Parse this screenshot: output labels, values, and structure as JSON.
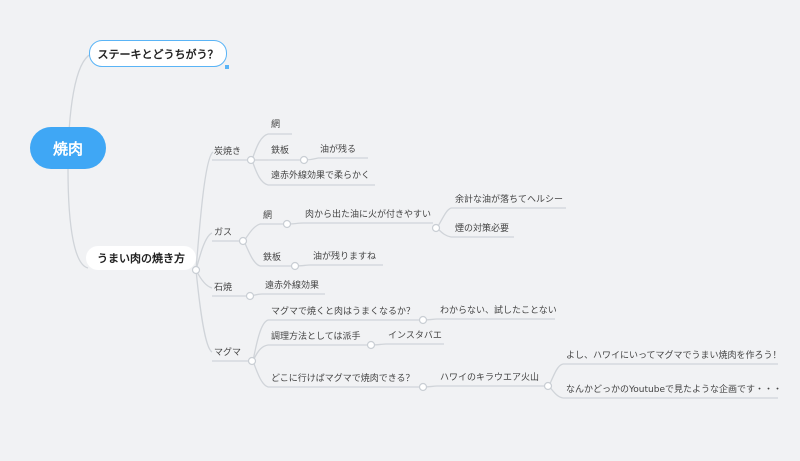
{
  "mindmap": {
    "root": "焼肉",
    "topic_steak": "ステーキとどうちがう？",
    "topic_umai": "うまい肉の焼き方",
    "charcoal": {
      "label": "炭焼き",
      "ami": "網",
      "teppan": "鉄板",
      "teppan_note": "油が残る",
      "far_infrared": "遠赤外線効果で柔らかく"
    },
    "gas": {
      "label": "ガス",
      "ami": "網",
      "ami_note": "肉から出た油に火が付きやすい",
      "ami_sub1": "余計な油が落ちてヘルシー",
      "ami_sub2": "煙の対策必要",
      "teppan": "鉄板",
      "teppan_note": "油が残りますね"
    },
    "stone": {
      "label": "石焼",
      "far_infrared": "遠赤外線効果"
    },
    "magma": {
      "label": "マグマ",
      "q1": "マグマで焼くと肉はうまくなるか？",
      "q1_answer": "わからない、試したことない",
      "q2": "調理方法としては派手",
      "q2_answer": "インスタバエ",
      "q3": "どこに行けばマグマで焼肉できる？",
      "q3_answer": "ハワイのキラウエア火山",
      "q3_sub1": "よし、ハワイにいってマグマでうまい焼肉を作ろう！",
      "q3_sub2": "なんかどっかのYoutubeで見たような企画です・・・"
    }
  }
}
